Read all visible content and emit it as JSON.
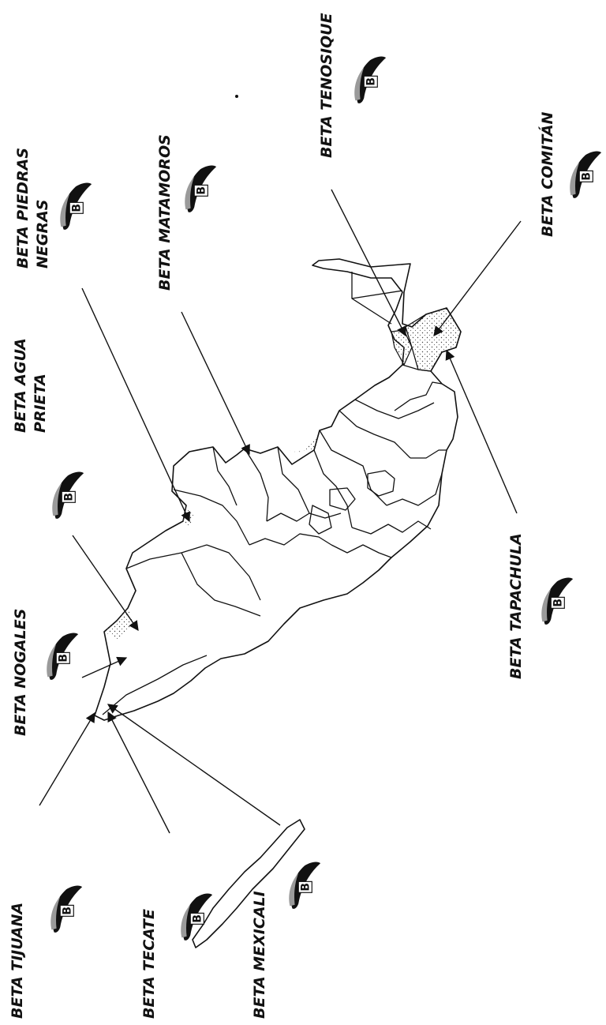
{
  "offices": [
    {
      "id": "tijuana",
      "name": "BETA TIJUANA"
    },
    {
      "id": "tecate",
      "name": "BETA TECATE"
    },
    {
      "id": "mexicali",
      "name": "BETA MEXICALI"
    },
    {
      "id": "nogales",
      "name": "BETA NOGALES"
    },
    {
      "id": "agua-prieta",
      "name_line1": "BETA AGUA",
      "name_line2": "PRIETA"
    },
    {
      "id": "piedras-negras",
      "name_line1": "BETA PIEDRAS",
      "name_line2": "NEGRAS"
    },
    {
      "id": "matamoros",
      "name": "BETA MATAMOROS"
    },
    {
      "id": "tenosique",
      "name": "BETA TENOSIQUE"
    },
    {
      "id": "comitan",
      "name": "BETA COMITÁN"
    },
    {
      "id": "tapachula",
      "name": "BETA TAPACHULA"
    }
  ],
  "logo": {
    "letter": "B"
  },
  "colors": {
    "ink": "#111111",
    "logo_grey": "#9a9a9a",
    "background": "#ffffff"
  },
  "map": {
    "subject": "Mexico states outline (rotated)"
  }
}
